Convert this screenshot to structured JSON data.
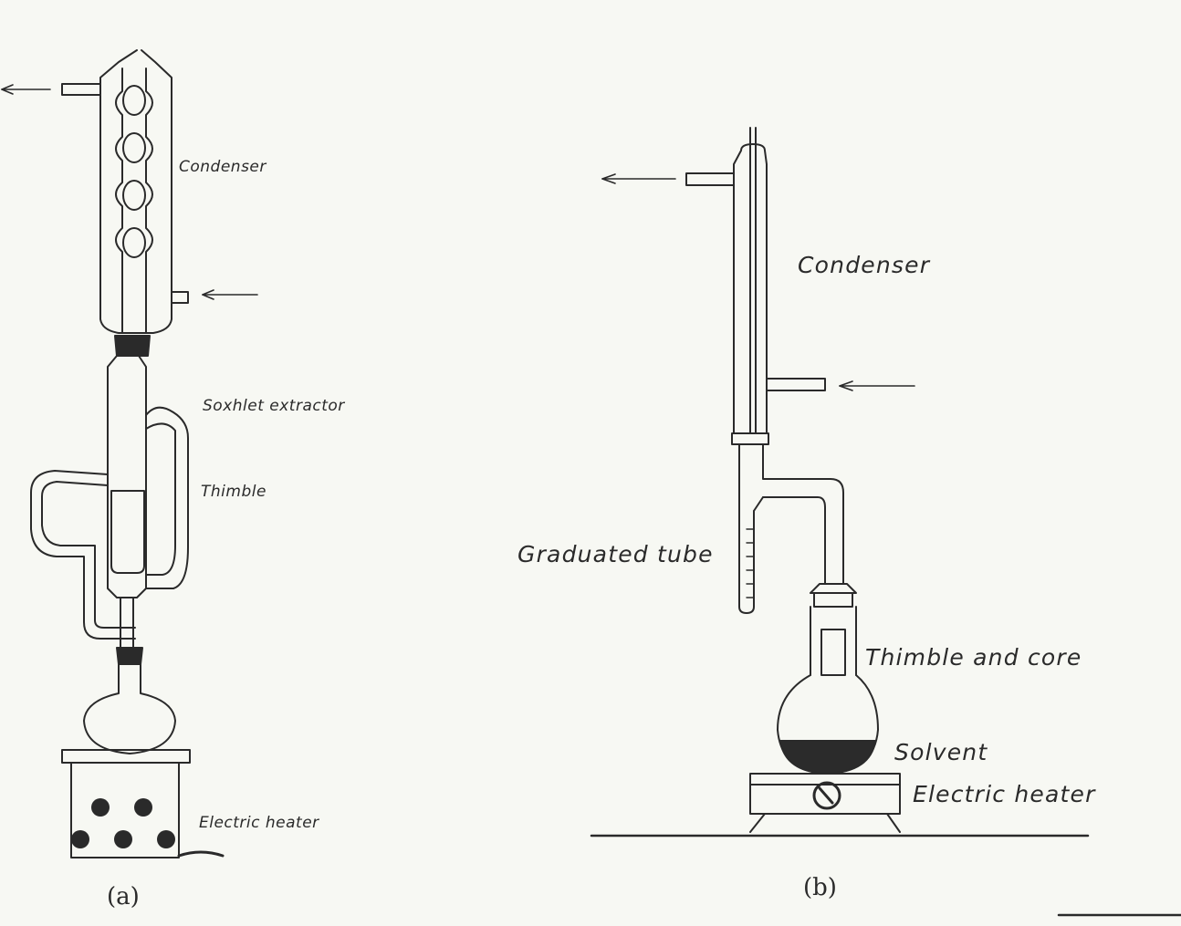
{
  "figure_a": {
    "caption": "(a)",
    "labels": {
      "condenser": "Condenser",
      "soxhlet_extractor": "Soxhlet extractor",
      "thimble": "Thimble",
      "electric_heater": "Electric heater"
    }
  },
  "figure_b": {
    "caption": "(b)",
    "labels": {
      "condenser": "Condenser",
      "graduated_tube": "Graduated tube",
      "thimble_and_core": "Thimble and core",
      "solvent": "Solvent",
      "electric_heater": "Electric heater"
    }
  },
  "colors": {
    "ink": "#2a2a2a",
    "paper": "#f7f8f3",
    "solvent": "#2b2b2b"
  }
}
